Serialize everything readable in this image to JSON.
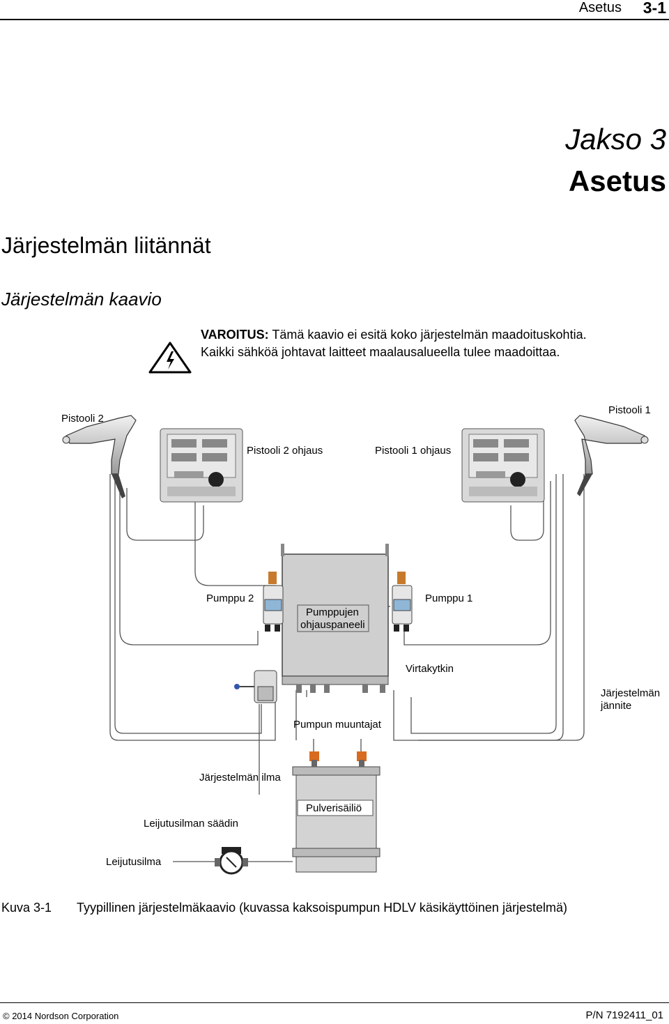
{
  "header": {
    "section": "Asetus",
    "page": "3-1"
  },
  "chapter": {
    "number": "Jakso 3",
    "title": "Asetus"
  },
  "section_title": "Järjestelmän liitännät",
  "subsection_title": "Järjestelmän kaavio",
  "warning": {
    "label": "VAROITUS:",
    "line1": "Tämä kaavio ei esitä koko järjestelmän maadoituskohtia.",
    "line2": "Kaikki sähköä johtavat laitteet maalausalueella tulee maadoittaa.",
    "icon": "electrical-hazard-icon"
  },
  "diagram": {
    "gun2": "Pistooli 2",
    "gun1": "Pistooli 1",
    "gun2_control": "Pistooli 2 ohjaus",
    "gun1_control": "Pistooli 1 ohjaus",
    "pump2": "Pumppu 2",
    "pump1": "Pumppu 1",
    "pump_panel_l1": "Pumppujen",
    "pump_panel_l2": "ohjauspaneeli",
    "power_switch": "Virtakytkin",
    "system_voltage_l1": "Järjestelmän",
    "system_voltage_l2": "jännite",
    "pump_transducers": "Pumpun muuntajat",
    "system_air": "Järjestelmän ilma",
    "hopper": "Pulverisäiliö",
    "fluid_regulator": "Leijutusilman säädin",
    "fluid_air": "Leijutusilma"
  },
  "caption": {
    "number": "Kuva 3-1",
    "text": "Tyypillinen järjestelmäkaavio (kuvassa kaksoispumpun HDLV käsikäyttöinen järjestelmä)"
  },
  "footer": {
    "copyright": "© 2014 Nordson Corporation",
    "part_number": "P/N 7192411_01"
  }
}
